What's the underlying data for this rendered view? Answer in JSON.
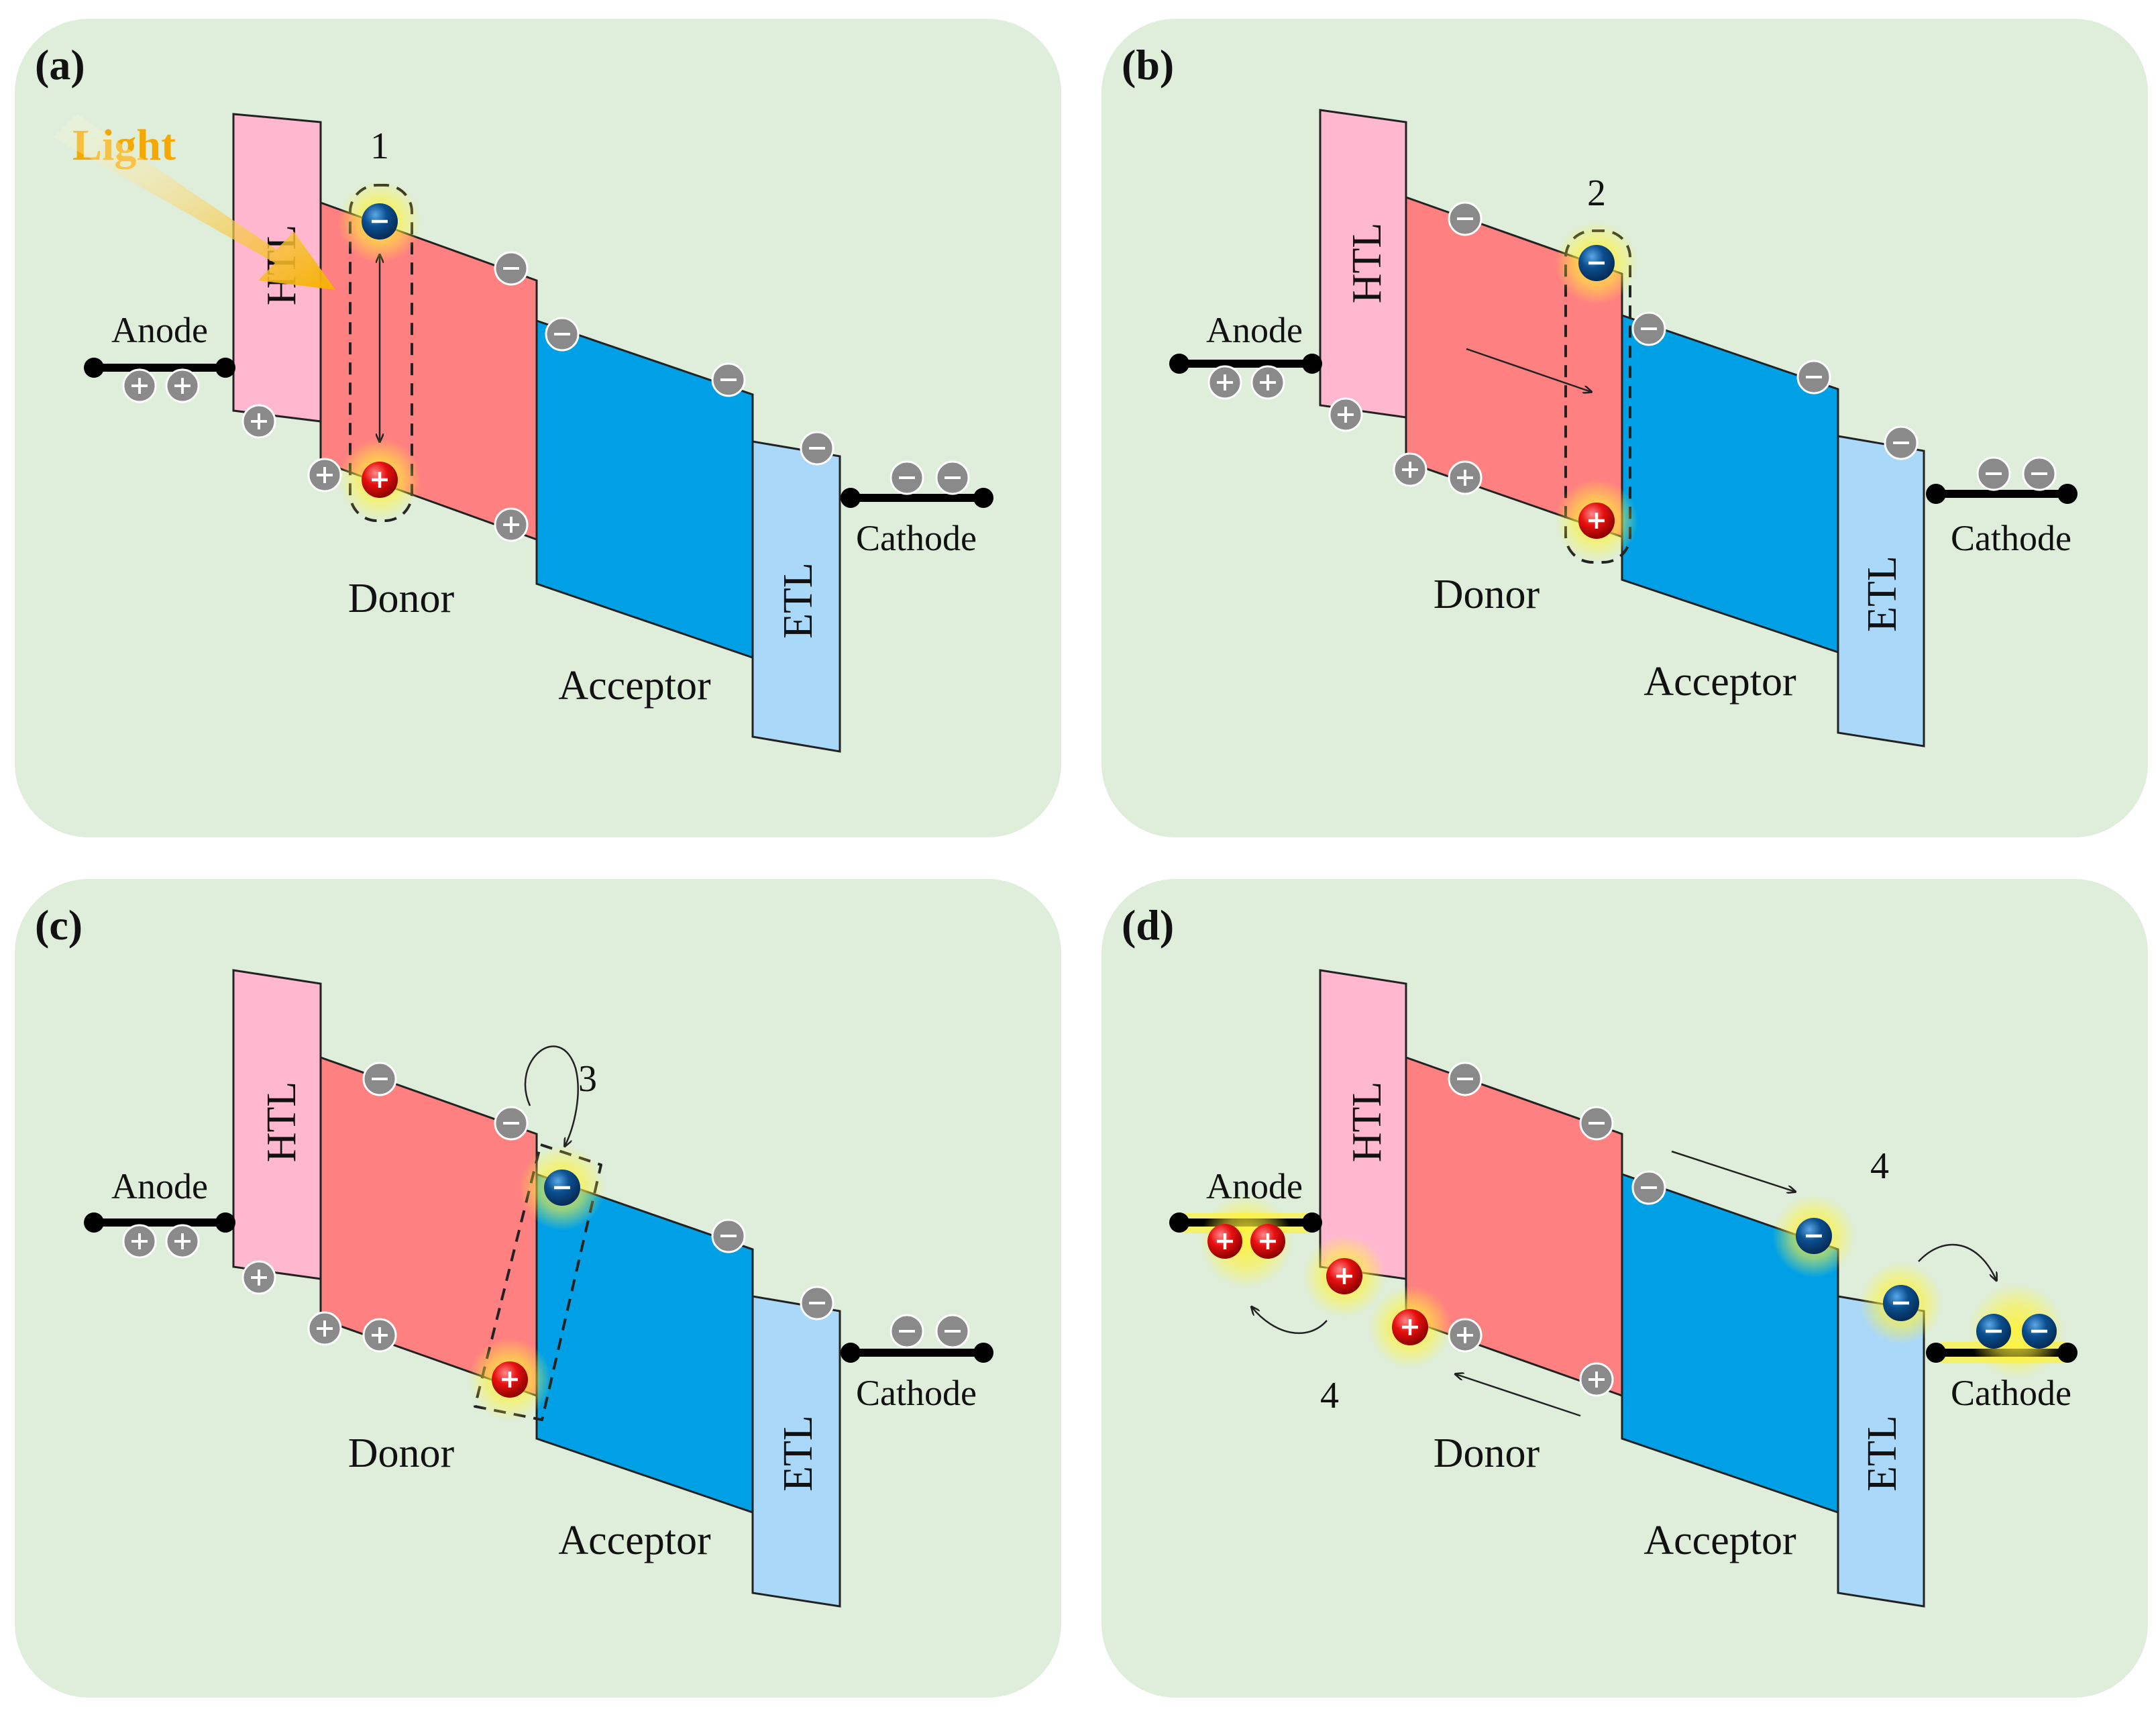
{
  "panels": [
    {
      "label": "(a)",
      "step": "1",
      "light": "Light"
    },
    {
      "label": "(b)",
      "step": "2"
    },
    {
      "label": "(c)",
      "step": "3"
    },
    {
      "label": "(d)",
      "step_a": "4",
      "step_b": "4"
    }
  ],
  "labels": {
    "htl": "HTL",
    "etl": "ETL",
    "donor": "Donor",
    "acceptor": "Acceptor",
    "anode": "Anode",
    "cathode": "Cathode"
  },
  "colors": {
    "panel_bg": "#deeeda",
    "htl": "#ffb8d0",
    "donor": "#ff8080",
    "acceptor": "#00a0e6",
    "etl": "#aad8f8",
    "gray_charge": "#8a8a8a",
    "electron": "#0a4a8a",
    "hole": "#e01010",
    "glow": "#fff23a",
    "light_arrow": "#f5b400"
  },
  "icons": {
    "electron": "minus-sign-sphere",
    "hole": "plus-sign-sphere",
    "gray_charge": "circle-sign"
  }
}
